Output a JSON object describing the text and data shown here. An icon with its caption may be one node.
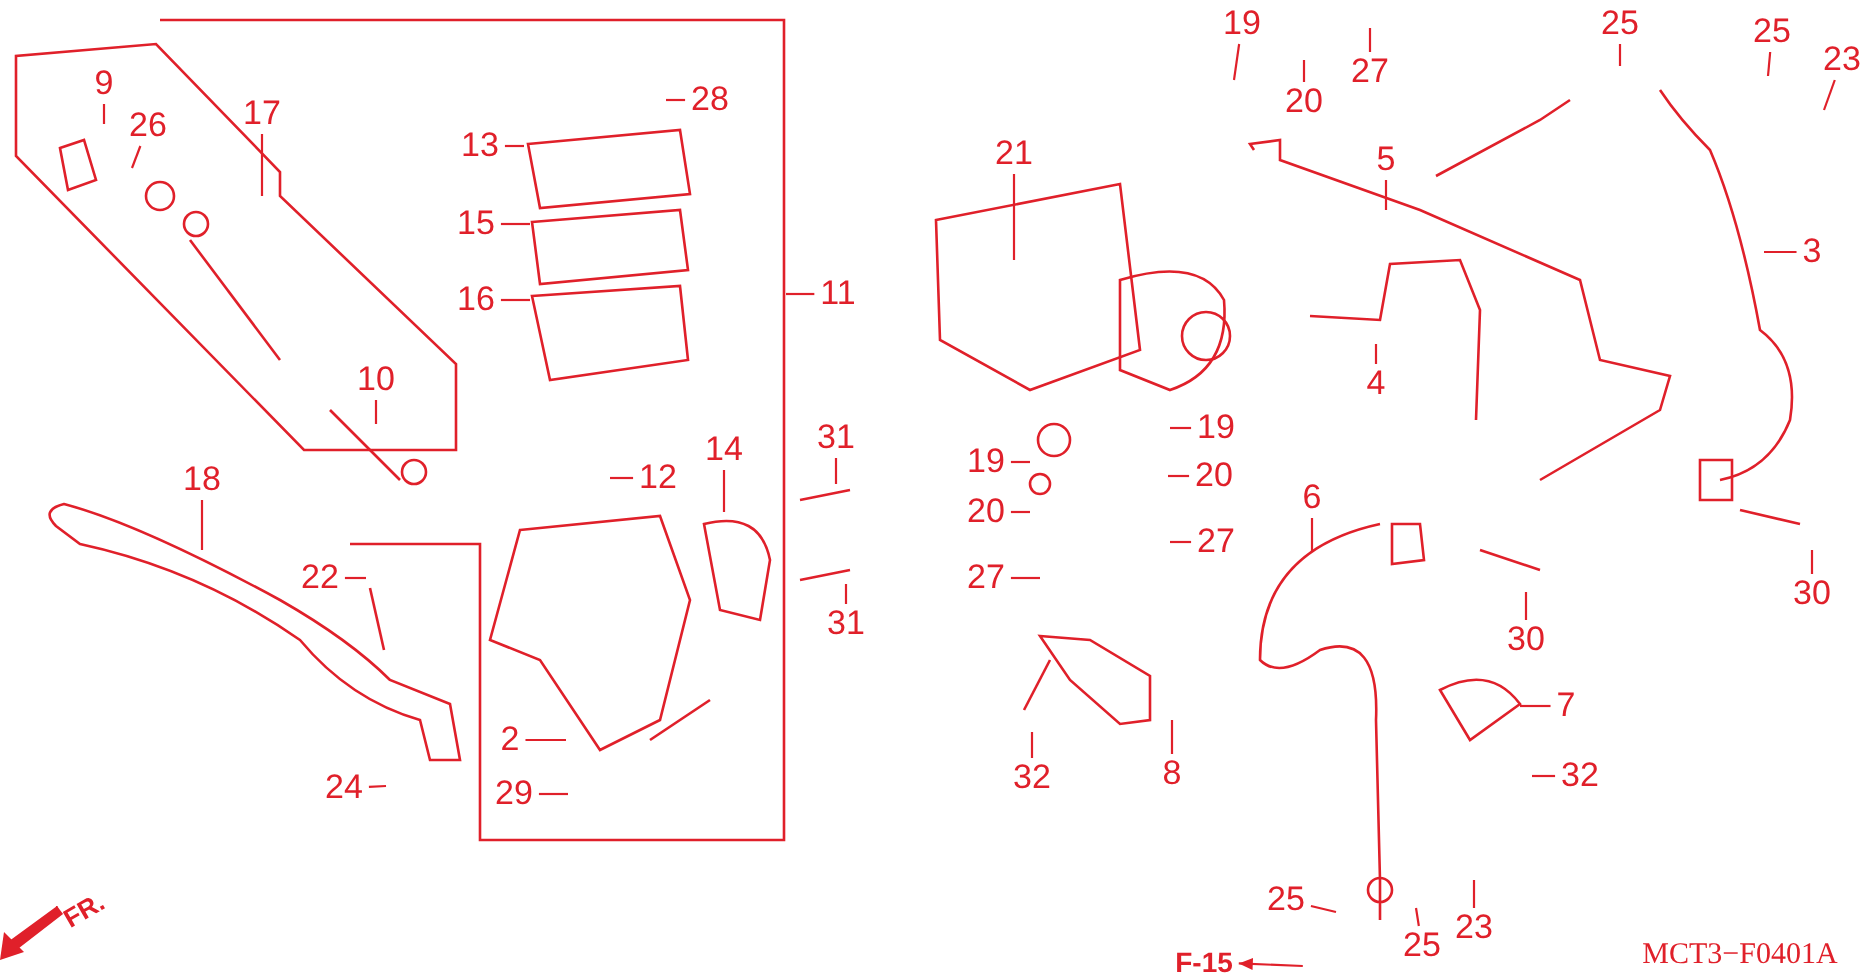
{
  "diagram": {
    "nodes": [
      {
        "text": [
          "9"
        ]
      },
      {
        "text": [
          "26"
        ]
      },
      {
        "text": [
          "17"
        ]
      },
      {
        "text": [
          "10"
        ]
      },
      {
        "text": [
          "18"
        ]
      },
      {
        "text": [
          "22"
        ]
      },
      {
        "text": [
          "24"
        ]
      },
      {
        "text": [
          "13"
        ]
      },
      {
        "text": [
          "15"
        ]
      },
      {
        "text": [
          "16"
        ]
      },
      {
        "text": [
          "28"
        ]
      },
      {
        "text": [
          "11"
        ]
      },
      {
        "text": [
          "12"
        ]
      },
      {
        "text": [
          "14"
        ]
      },
      {
        "text": [
          "31"
        ]
      },
      {
        "text": [
          "31"
        ]
      },
      {
        "text": [
          "2"
        ]
      },
      {
        "text": [
          "29"
        ]
      },
      {
        "text": [
          "21"
        ]
      },
      {
        "text": [
          "19"
        ]
      },
      {
        "text": [
          "20"
        ]
      },
      {
        "text": [
          "27"
        ]
      },
      {
        "text": [
          "5"
        ]
      },
      {
        "text": [
          "4"
        ]
      },
      {
        "text": [
          "3"
        ]
      },
      {
        "text": [
          "25"
        ]
      },
      {
        "text": [
          "25"
        ]
      },
      {
        "text": [
          "23"
        ]
      },
      {
        "text": [
          "19"
        ]
      },
      {
        "text": [
          "19"
        ]
      },
      {
        "text": [
          "20"
        ]
      },
      {
        "text": [
          "20"
        ]
      },
      {
        "text": [
          "27"
        ]
      },
      {
        "text": [
          "27"
        ]
      },
      {
        "text": [
          "6"
        ]
      },
      {
        "text": [
          "30"
        ]
      },
      {
        "text": [
          "30"
        ]
      },
      {
        "text": [
          "7"
        ]
      },
      {
        "text": [
          "32"
        ]
      },
      {
        "text": [
          "32"
        ]
      },
      {
        "text": [
          "8"
        ]
      },
      {
        "text": [
          "25"
        ]
      },
      {
        "text": [
          "25"
        ]
      },
      {
        "text": [
          "23"
        ]
      },
      {
        "text": [
          "F-15"
        ]
      }
    ],
    "edges": [
      {
        "from": 0,
        "to": null,
        "arrow": "none"
      },
      {
        "from": 1,
        "to": null,
        "arrow": "none"
      },
      {
        "from": 2,
        "to": null,
        "arrow": "none"
      },
      {
        "from": 3,
        "to": null,
        "arrow": "none"
      },
      {
        "from": 4,
        "to": null,
        "arrow": "none"
      },
      {
        "from": 5,
        "to": null,
        "arrow": "none"
      },
      {
        "from": 6,
        "to": null,
        "arrow": "none"
      },
      {
        "from": 7,
        "to": null,
        "arrow": "none"
      },
      {
        "from": 8,
        "to": null,
        "arrow": "none"
      },
      {
        "from": 9,
        "to": null,
        "arrow": "none"
      },
      {
        "from": 10,
        "to": null,
        "arrow": "none"
      },
      {
        "from": 11,
        "to": null,
        "arrow": "none"
      },
      {
        "from": 12,
        "to": null,
        "arrow": "none"
      },
      {
        "from": 13,
        "to": null,
        "arrow": "none"
      },
      {
        "from": 14,
        "to": null,
        "arrow": "none"
      },
      {
        "from": 15,
        "to": null,
        "arrow": "none"
      },
      {
        "from": 16,
        "to": null,
        "arrow": "none"
      },
      {
        "from": 17,
        "to": null,
        "arrow": "none"
      },
      {
        "from": 18,
        "to": null,
        "arrow": "none"
      },
      {
        "from": 19,
        "to": null,
        "arrow": "none"
      },
      {
        "from": 20,
        "to": null,
        "arrow": "none"
      },
      {
        "from": 21,
        "to": null,
        "arrow": "none"
      },
      {
        "from": 22,
        "to": null,
        "arrow": "none"
      },
      {
        "from": 23,
        "to": null,
        "arrow": "none"
      },
      {
        "from": 24,
        "to": null,
        "arrow": "none"
      },
      {
        "from": 25,
        "to": null,
        "arrow": "none"
      },
      {
        "from": 26,
        "to": null,
        "arrow": "none"
      },
      {
        "from": 27,
        "to": null,
        "arrow": "none"
      },
      {
        "from": 28,
        "to": null,
        "arrow": "none"
      },
      {
        "from": 29,
        "to": null,
        "arrow": "none"
      },
      {
        "from": 30,
        "to": null,
        "arrow": "none"
      },
      {
        "from": 31,
        "to": null,
        "arrow": "none"
      },
      {
        "from": 32,
        "to": null,
        "arrow": "none"
      },
      {
        "from": 33,
        "to": null,
        "arrow": "none"
      },
      {
        "from": 34,
        "to": null,
        "arrow": "none"
      },
      {
        "from": 35,
        "to": null,
        "arrow": "none"
      },
      {
        "from": 36,
        "to": null,
        "arrow": "none"
      },
      {
        "from": 37,
        "to": null,
        "arrow": "none"
      },
      {
        "from": 38,
        "to": null,
        "arrow": "none"
      },
      {
        "from": 39,
        "to": null,
        "arrow": "none"
      },
      {
        "from": 40,
        "to": null,
        "arrow": "none"
      },
      {
        "from": 41,
        "to": null,
        "arrow": "none"
      },
      {
        "from": 42,
        "to": null,
        "arrow": "none"
      },
      {
        "from": 43,
        "to": null,
        "arrow": "none"
      },
      {
        "from": null,
        "to": 44,
        "arrow": "to"
      }
    ],
    "labels": [
      "FR.",
      "MCT3−F0401A"
    ]
  }
}
